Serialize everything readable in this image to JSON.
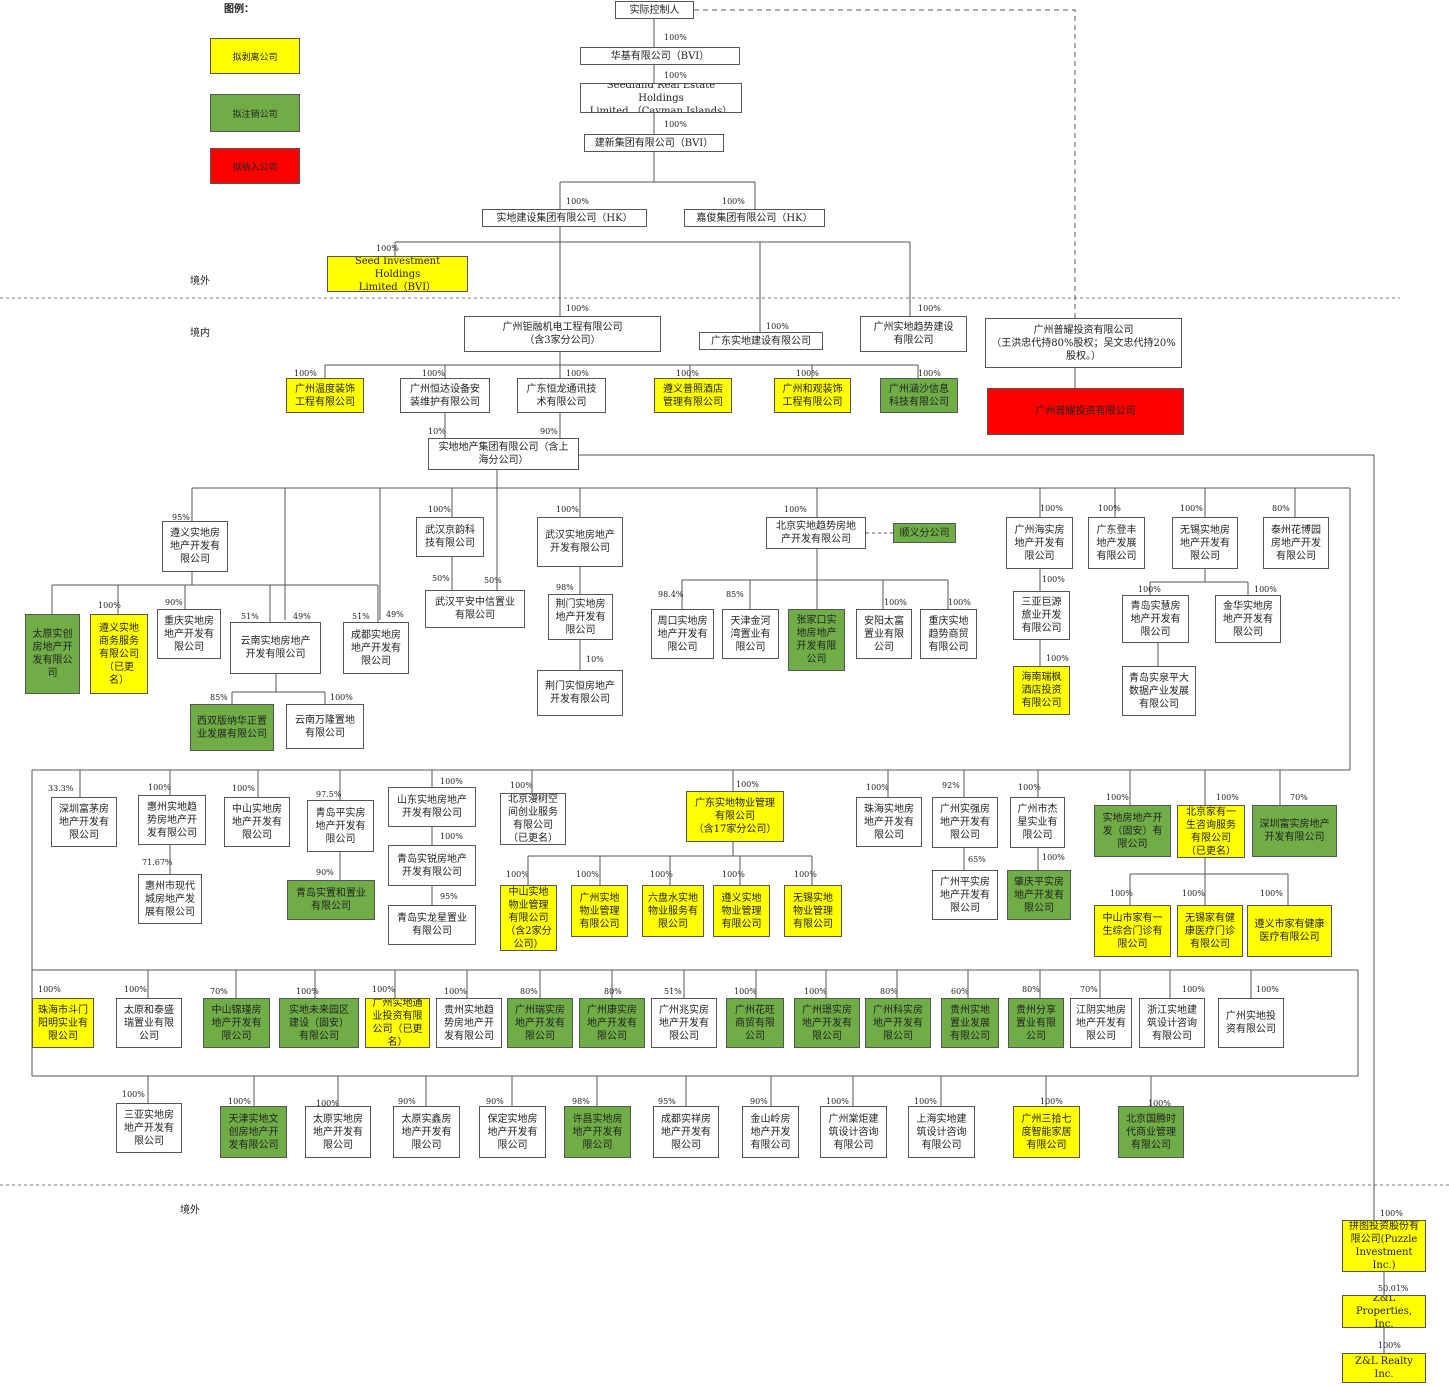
{
  "legend": {
    "title": "图例：",
    "to_divest": "拟剥离公司",
    "to_deregister": "拟注销公司",
    "to_acquire": "拟纳入公司"
  },
  "regions": {
    "overseas_top": "境外",
    "domestic": "境内",
    "overseas_bottom": "境外"
  },
  "colors": {
    "yellow": "#ffff00",
    "green": "#70ad47",
    "red": "#ff0000"
  },
  "nodes": {
    "controller": "实际控制人",
    "huaguan": "华基有限公司（BVI）",
    "seedland": "Seedland Real Estate Holdings\nLimited （Cayman Islands）",
    "jianxin": "建新集团有限公司（BVI）",
    "shidi_hk": "实地建设集团有限公司（HK）",
    "jiajun_hk": "嘉俊集团有限公司（HK）",
    "seed_inv": "Seed Investment Holdings\nLimited（BVI）",
    "gz_jurong": "广州钜融机电工程有限公司\n（含3家分公司）",
    "gd_shidi": "广东实地建设有限公司",
    "gz_qushi": "广州实地趋势建设\n有限公司",
    "gz_puyao": "广州普耀投资有限公司\n（王洪忠代持80%股权；吴文忠代持20%\n股权。）",
    "gz_red": "广州普耀投资有限公司",
    "gz_wendu": "广州温度装饰\n工程有限公司",
    "gz_hengda": "广州恒达设备安\n装维护有限公司",
    "gd_henglong": "广东恒龙通讯技\n术有限公司",
    "zy_puhe": "遵义普照酒店\n管理有限公司",
    "gz_hehe": "广州和观装饰\n工程有限公司",
    "gz_hansha": "广州涵沙信息\n科技有限公司",
    "shidi_group": "实地地产集团有限公司（含上\n海分公司）",
    "zy_shidi": "遵义实地房\n地产开发有\n限公司",
    "ty_shichuang": "太原实创\n房地产开\n发有限公\n司",
    "zy_business": "遵义实地\n商务服务\n有限公司\n（已更\n名）",
    "cq_shidi": "重庆实地房\n地产开发有\n限公司",
    "yn_shidi": "云南实地房地产\n开发有限公司",
    "cd_shidi": "成都实地房\n地产开发有\n限公司",
    "xsbn": "西双版纳华正置\n业发展有限公司",
    "yn_wanlong": "云南万隆置地\n有限公司",
    "wh_jingyun": "武汉京韵科\n技有限公司",
    "wh_pingan": "武汉平安中信置业\n有限公司",
    "wh_shidi": "武汉实地房地产\n开发有限公司",
    "jm_shidi": "荆门实地房\n地产开发有\n限公司",
    "jm_shihe": "荆门实恒房地产\n开发有限公司",
    "bj_qushi": "北京实地趋势房地\n产开发有限公司",
    "shunyi": "顺义分公司",
    "zk_shidi": "周口实地房\n地产开发有\n限公司",
    "tj_jinhe": "天津金河\n湾置业有\n限公司",
    "zjk_shidi": "张家口实\n地房地产\n开发有限\n公司",
    "ay_taifu": "安阳太富\n置业有限\n公司",
    "cq_qushi": "重庆实地\n趋势商贸\n有限公司",
    "gz_haishi": "广州海实房\n地产开发有\n限公司",
    "gd_dengfeng": "广东登丰\n地产发展\n有限公司",
    "wx_shidi": "无锡实地房\n地产开发有\n限公司",
    "tz_huabo": "泰州花博园\n房地产开发\n有限公司",
    "sy_juyuan": "三亚巨源\n旅业开发\n有限公司",
    "hn_ruifeng": "海南瑞枫\n酒店投资\n有限公司",
    "qd_shihui": "青岛实慧房\n地产开发有\n限公司",
    "jh_shidi": "金华实地房\n地产开发有\n限公司",
    "qd_shiquan": "青岛实泉平大\n数据产业发展\n有限公司",
    "sz_fumao": "深圳富茅房\n地产开发有\n限公司",
    "hz_qushi": "惠州实地趋\n势房地产开\n发有限公司",
    "hz_xiandai": "惠州市现代\n城房地产发\n展有限公司",
    "zs_shidi": "中山实地房\n地产开发有\n限公司",
    "qd_pingshi": "青岛平实房\n地产开发有\n限公司",
    "qd_shizhi": "青岛实置和置业\n有限公司",
    "sd_shidi": "山东实地房地产\n开发有限公司",
    "qd_shirui": "青岛实锐房地产\n开发有限公司",
    "qd_shilong": "青岛实龙星置业\n有限公司",
    "bj_shujian": "北京漫树空\n间创业服务\n有限公司\n（已更名）",
    "gd_wuye": "广东实地物业管理\n有限公司\n（含17家分公司）",
    "zs_wuye": "中山实地\n物业管理\n有限公司\n（含2家分\n公司）",
    "gz_wuye": "广州实地\n物业管理\n有限公司",
    "lps_wuye": "六盘水实地\n物业服务有\n限公司",
    "zy_wuye": "遵义实地\n物业管理\n有限公司",
    "wx_wuye": "无锡实地\n物业管理\n有限公司",
    "zh_shidi": "珠海实地房\n地产开发有\n限公司",
    "gz_shiqiang": "广州实强房\n地产开发有\n限公司",
    "gz_pingshi": "广州平实房\n地产开发有\n限公司",
    "gz_jiexing": "广州市杰\n星实业有\n限公司",
    "zq_pingshi": "肇庆平实房\n地产开发有\n限公司",
    "shidi_guoan": "实地房地产开\n发（固安）有\n限公司",
    "bj_jiayou": "北京家有一\n生咨询服务\n有限公司\n（已更名）",
    "sz_fushi": "深圳富实房地产\n开发有限公司",
    "zs_jiayou": "中山市家有一\n生综合门诊有\n限公司",
    "wx_jiayou": "无锡家有健\n康医疗门诊\n有限公司",
    "zy_jiayou": "遵义市家有健康\n医疗有限公司",
    "zh_doumen": "珠海市斗门\n阳明实业有\n限公司",
    "ty_hetai": "太原和泰盛\n瑞置业有限\n公司",
    "zs_jinshi": "中山锦瑾房\n地产开发有\n限公司",
    "shidi_weilai": "实地未来园区\n建设（固安）\n有限公司",
    "gz_rong": "广州实地通\n业投资有限\n公司（已更\n名）",
    "gui_qushi": "贵州实地趋\n势房地产开\n发有限公司",
    "gz_shirui": "广州瑞实房\n地产开发有\n限公司",
    "gz_kangshi": "广州康实房\n地产开发有\n限公司",
    "gz_zhaoshi": "广州兆实房\n地产开发有\n限公司",
    "gz_huawang": "广州花旺\n商贸有限\n公司",
    "gz_jingshi": "广州璟实房\n地产开发有\n限公司",
    "gz_keshi": "广州科实房\n地产开发有\n限公司",
    "gui_zhiye": "贵州实地\n置业发展\n有限公司",
    "gui_fenxiang": "贵州分享\n置业有限\n公司",
    "jy_shidi": "江阴实地房\n地产开发有\n限公司",
    "zj_sheji": "浙江实地建\n筑设计咨询\n有限公司",
    "gz_touzi": "广州实地投\n资有限公司",
    "sy_shidi": "三亚实地房\n地产开发有\n限公司",
    "tj_wenchuang": "天津实地文\n创房地产开\n发有限公司",
    "ty_shidi": "太原实地房\n地产开发有\n限公司",
    "ty_shixin": "太原实鑫房\n地产开发有\n限公司",
    "bd_shidi": "保定实地房\n地产开发有\n限公司",
    "xc_shidi": "许昌实地房\n地产开发有\n限公司",
    "cd_shixiang": "成都实祥房\n地产开发有\n限公司",
    "jsl_shidi": "金山岭房\n地产开发\n有限公司",
    "gz_sheji": "广州棠炬建\n筑设计咨询\n有限公司",
    "sh_sheji": "上海实地建\n筑设计咨询\n有限公司",
    "gz_sanjian": "广州三拾七\n度智能家居\n有限公司",
    "bj_guoteng": "北京国腾时\n代商业管理\n有限公司",
    "puzzle": "拼图投资股份有\n限公司(Puzzle\nInvestment Inc.)",
    "zl_properties": "Z&L Properties,\nInc.",
    "zl_realty": "Z&L Realty Inc."
  },
  "percentages": {
    "p_huaguan": "100%",
    "p_seedland": "100%",
    "p_jianxin": "100%",
    "p_shidi_hk": "100%",
    "p_jiajun_hk": "100%",
    "p_seed_inv": "100%",
    "p_jurong": "100%",
    "p_gd_shidi": "100%",
    "p_qushi": "100%",
    "p_wendu": "100%",
    "p_hengda": "100%",
    "p_henglong": "100%",
    "p_puhe": "100%",
    "p_hehe": "100%",
    "p_hansha": "100%",
    "p_group_10": "10%",
    "p_group_90": "90%",
    "p_zy": "95%",
    "p_zy_biz": "100%",
    "p_cq": "90%",
    "p_yn": "51%",
    "p_yn2": "49%",
    "p_cd": "51%",
    "p_cd2": "49%",
    "p_xsbn": "85%",
    "p_wanlong": "100%",
    "p_jingyun": "100%",
    "p_pa1": "50%",
    "p_pa2": "50%",
    "p_wh": "100%",
    "p_jm": "98%",
    "p_jm2": "10%",
    "p_bj": "100%",
    "p_zk": "98.4%",
    "p_tj": "85%",
    "p_ay": "100%",
    "p_cqq": "100%",
    "p_haishi": "100%",
    "p_dengfeng": "100%",
    "p_wx": "100%",
    "p_tz": "80%",
    "p_sy": "100%",
    "p_hn": "100%",
    "p_qdh": "100%",
    "p_jh": "100%",
    "p_sz": "33.3%",
    "p_hz": "100%",
    "p_hz2": "71.67%",
    "p_zs": "100%",
    "p_qdp": "97.5%",
    "p_qdz": "90%",
    "p_sd": "100%",
    "p_qdr": "100%",
    "p_qdl": "95%",
    "p_bjs": "100%",
    "p_wuye": "100%",
    "p_zsw": "100%",
    "p_gzw": "100%",
    "p_lps": "100%",
    "p_zyw": "100%",
    "p_wxw": "100%",
    "p_zh": "100%",
    "p_qiang": "92%",
    "p_gzp": "65%",
    "p_jiexing": "100%",
    "p_zq": "100%",
    "p_guoan": "100%",
    "p_jiayou": "100%",
    "p_fushi": "70%",
    "p_zsj": "100%",
    "p_wxj": "100%",
    "p_zyj": "100%",
    "p_doumen": "100%",
    "p_hetai": "100%",
    "p_jinshi": "70%",
    "p_weilai": "100%",
    "p_rong": "100%",
    "p_gui": "100%",
    "p_rui": "80%",
    "p_kang": "80%",
    "p_zhao": "51%",
    "p_hua": "100%",
    "p_jing": "100%",
    "p_ke": "80%",
    "p_guiz": "60%",
    "p_fen": "80%",
    "p_jy": "70%",
    "p_zj": "100%",
    "p_tz2": "100%",
    "p_sy2": "100%",
    "p_tjw": "100%",
    "p_tys": "100%",
    "p_tyx": "90%",
    "p_bd": "90%",
    "p_xc": "98%",
    "p_cdx": "95%",
    "p_jsl": "90%",
    "p_gzs": "100%",
    "p_shs": "100%",
    "p_sanjian": "100%",
    "p_guoteng": "100%",
    "p_puzzle": "100%",
    "p_zlp": "50.01%",
    "p_zlr": "100%"
  }
}
